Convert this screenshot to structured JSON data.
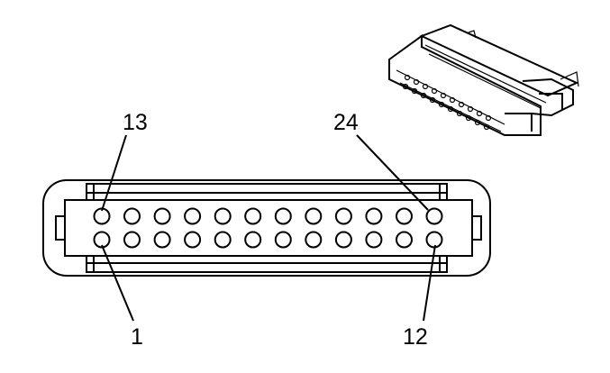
{
  "diagram": {
    "pin_labels": {
      "top_left": "13",
      "top_right": "24",
      "bottom_left": "1",
      "bottom_right": "12"
    },
    "pins_per_row": 12,
    "rows": 2,
    "line_color": "#000000",
    "background": "#ffffff"
  }
}
